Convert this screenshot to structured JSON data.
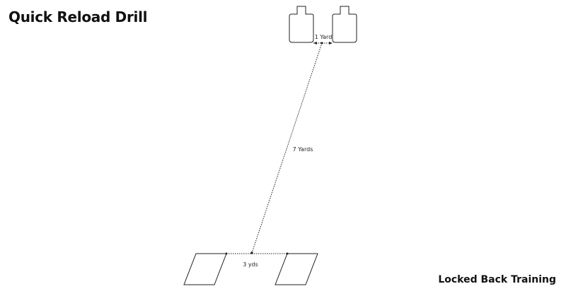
{
  "title": "Quick Reload Drill",
  "brand": "Locked Back Training",
  "labels": {
    "target_spacing": "1 Yard",
    "distance": "7 Yards",
    "box_spacing": "3 yds"
  },
  "colors": {
    "line": "#111111",
    "text": "#111111",
    "background": "#ffffff"
  }
}
